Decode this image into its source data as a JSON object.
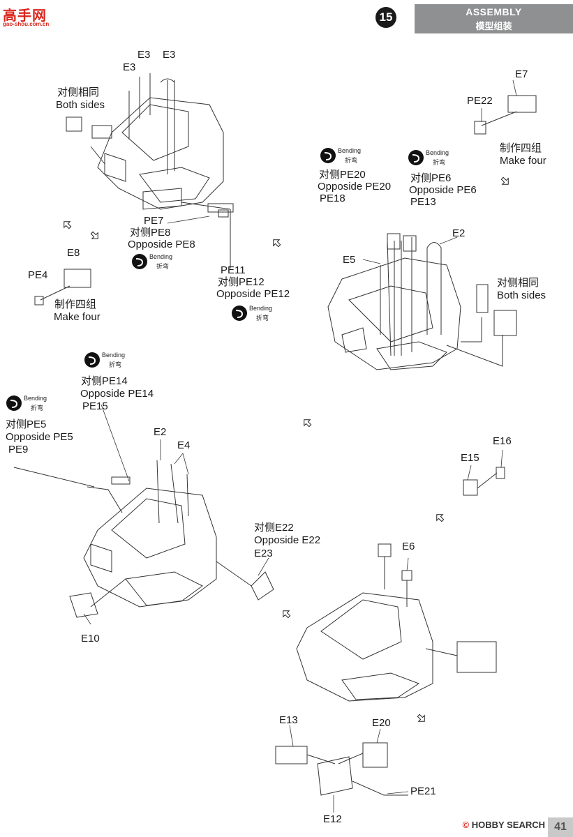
{
  "logo": {
    "text": "高手网",
    "url": "gao-shou.com.cn"
  },
  "step": {
    "number": "15"
  },
  "header": {
    "title_en": "ASSEMBLY",
    "title_cn": "模型组装"
  },
  "bending": {
    "en": "Bending",
    "cn": "折弯"
  },
  "labels": {
    "e3_a": "E3",
    "e3_b": "E3",
    "e3_c": "E3",
    "both_sides_cn_1": "对侧相同",
    "both_sides_en_1": "Both sides",
    "pe7": "PE7",
    "pe8_cn": "对侧PE8",
    "pe8_en": "Opposide PE8",
    "pe11": "PE11",
    "pe12_cn": "对侧PE12",
    "pe12_en": "Opposide PE12",
    "e8": "E8",
    "pe4": "PE4",
    "make_four_cn_1": "制作四组",
    "make_four_en_1": "Make four",
    "e7": "E7",
    "pe22": "PE22",
    "make_four_cn_2": "制作四组",
    "make_four_en_2": "Make four",
    "pe20_cn": "对侧PE20",
    "pe20_en": "Opposide PE20",
    "pe18": "PE18",
    "pe6_cn": "对侧PE6",
    "pe6_en": "Opposide PE6",
    "pe13": "PE13",
    "e5": "E5",
    "e2_a": "E2",
    "both_sides_cn_2": "对侧相同",
    "both_sides_en_2": "Both sides",
    "pe14_cn": "对侧PE14",
    "pe14_en": "Opposide PE14",
    "pe15": "PE15",
    "pe5_cn": "对侧PE5",
    "pe5_en": "Opposide PE5",
    "pe9": "PE9",
    "e2_b": "E2",
    "e4": "E4",
    "e22_cn": "对侧E22",
    "e22_en": "Opposide E22",
    "e23": "E23",
    "e10": "E10",
    "e16": "E16",
    "e15": "E15",
    "e6": "E6",
    "e13": "E13",
    "e20": "E20",
    "pe21": "PE21",
    "e12": "E12"
  },
  "footer": {
    "brand": "HOBBY SEARCH",
    "symbol": "©"
  },
  "page": {
    "number": "41"
  },
  "colors": {
    "header_bg": "#8f9091",
    "logo_red": "#d9261c",
    "ink": "#1a1a1a"
  }
}
